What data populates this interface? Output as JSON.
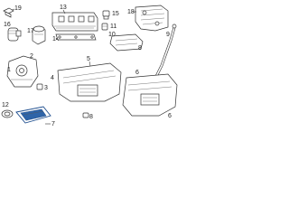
{
  "diagram": {
    "callouts": [
      "1",
      "2",
      "3",
      "4",
      "5",
      "6",
      "7",
      "8",
      "9",
      "10",
      "11",
      "12",
      "13",
      "14",
      "15",
      "16",
      "17",
      "18",
      "19"
    ],
    "colors": {
      "line": "#333333",
      "highlight": "#1f4f8f",
      "highlight_fill": "#2e64a8",
      "background": "#ffffff"
    },
    "highlighted_callout": "7"
  }
}
